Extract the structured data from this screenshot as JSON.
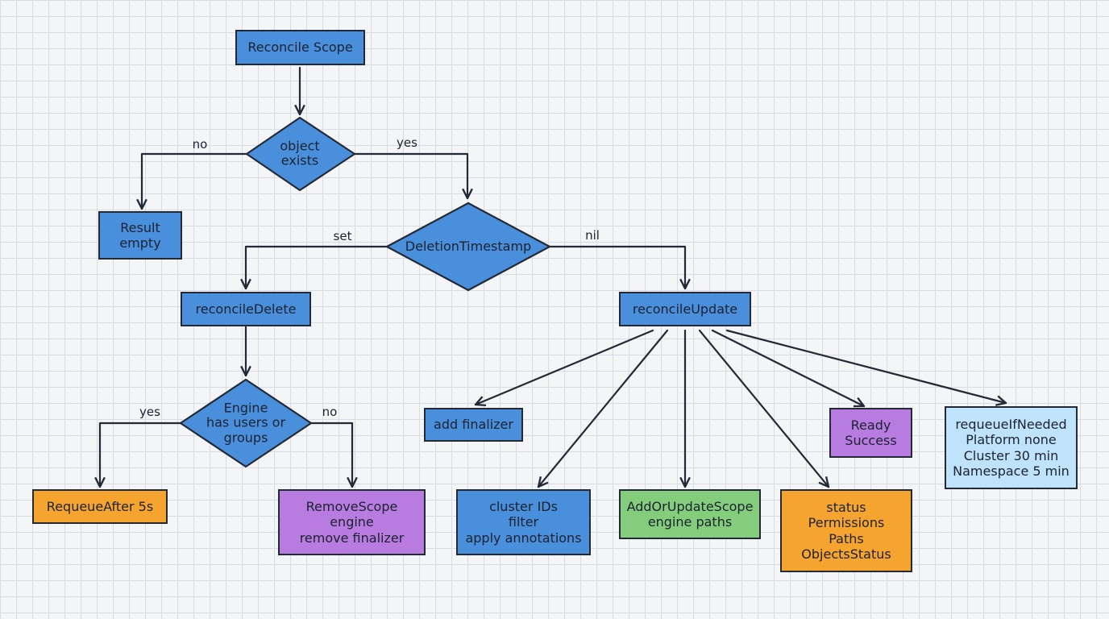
{
  "nodes": {
    "reconcile_scope": "Reconcile Scope",
    "object_exists": [
      "object",
      "exists"
    ],
    "result_empty": [
      "Result",
      "empty"
    ],
    "deletion_timestamp": "DeletionTimestamp",
    "reconcile_delete": "reconcileDelete",
    "reconcile_update": "reconcileUpdate",
    "engine_has_users": [
      "Engine",
      "has users or",
      "groups"
    ],
    "requeue_after": "RequeueAfter 5s",
    "remove_scope": [
      "RemoveScope",
      "engine",
      "remove finalizer"
    ],
    "add_finalizer": "add finalizer",
    "cluster_ids": [
      "cluster IDs",
      "filter",
      "apply annotations"
    ],
    "add_or_update_scope": [
      "AddOrUpdateScope",
      "engine paths"
    ],
    "status": [
      "status",
      "Permissions",
      "Paths",
      "ObjectsStatus"
    ],
    "ready_success": [
      "Ready",
      "Success"
    ],
    "requeue_if_needed": [
      "requeueIfNeeded",
      "Platform none",
      "Cluster 30 min",
      "Namespace 5 min"
    ]
  },
  "edge_labels": {
    "exists_no": "no",
    "exists_yes": "yes",
    "deletion_set": "set",
    "deletion_nil": "nil",
    "engine_yes": "yes",
    "engine_no": "no"
  },
  "colors": {
    "process_blue": "#4a8fdc",
    "requeue_orange": "#f6a430",
    "terminal_purple": "#b87be0",
    "engine_green": "#83cd7c",
    "note_lightblue": "#bfe3fa",
    "outline": "#232a36"
  }
}
